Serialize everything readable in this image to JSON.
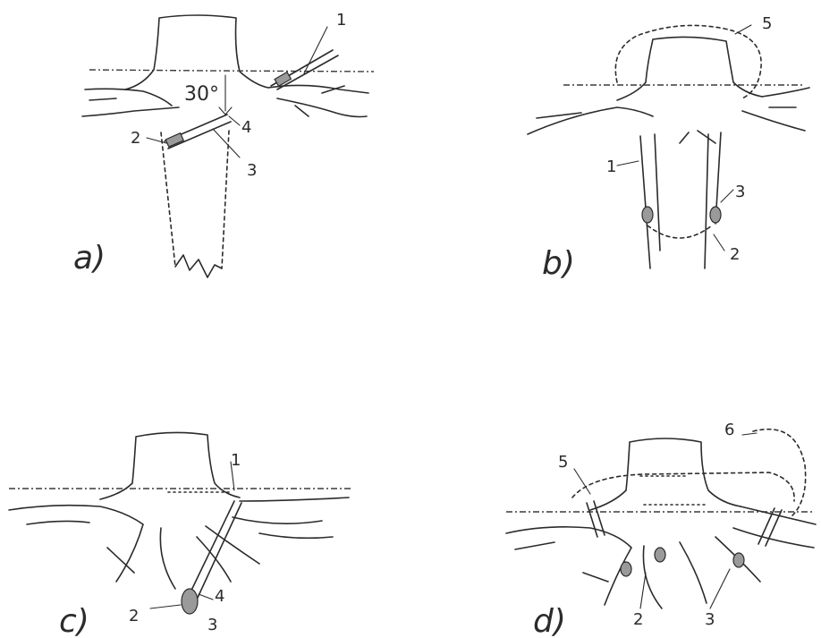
{
  "panels": {
    "a": {
      "label": "a)",
      "angle_label": "30°",
      "callouts": [
        "1",
        "2",
        "3",
        "4"
      ]
    },
    "b": {
      "label": "b)",
      "callouts": [
        "5",
        "1",
        "3",
        "2"
      ]
    },
    "c": {
      "label": "c)",
      "callouts": [
        "1",
        "2",
        "4",
        "3"
      ]
    },
    "d": {
      "label": "d)",
      "callouts": [
        "5",
        "6",
        "2",
        "3"
      ]
    }
  }
}
